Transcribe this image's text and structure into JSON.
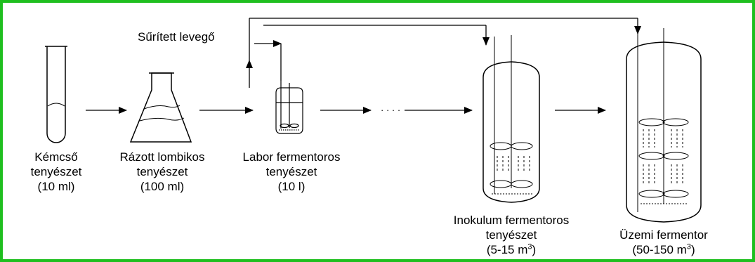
{
  "air_label": "Sűrített levegő",
  "stages": [
    {
      "line1": "Kémcső",
      "line2": "tenyészet",
      "line3": "(10 ml)"
    },
    {
      "line1": "Rázott lombikos",
      "line2": "tenyészet",
      "line3": "(100 ml)"
    },
    {
      "line1": "Labor fermentoros",
      "line2": "tenyészet",
      "line3": "(10 l)"
    },
    {
      "line1": "Inokulum fermentoros",
      "line2": "tenyészet",
      "line3_prefix": "(5-15 m",
      "line3_sup": "3",
      "line3_suffix": ")"
    },
    {
      "line1": "Üzemi fermentor",
      "line3_prefix": "(50-150 m",
      "line3_sup": "3",
      "line3_suffix": ")"
    }
  ],
  "flow_gap_text": "· · · ·",
  "colors": {
    "border": "#1fbf1f",
    "line": "#000000"
  }
}
